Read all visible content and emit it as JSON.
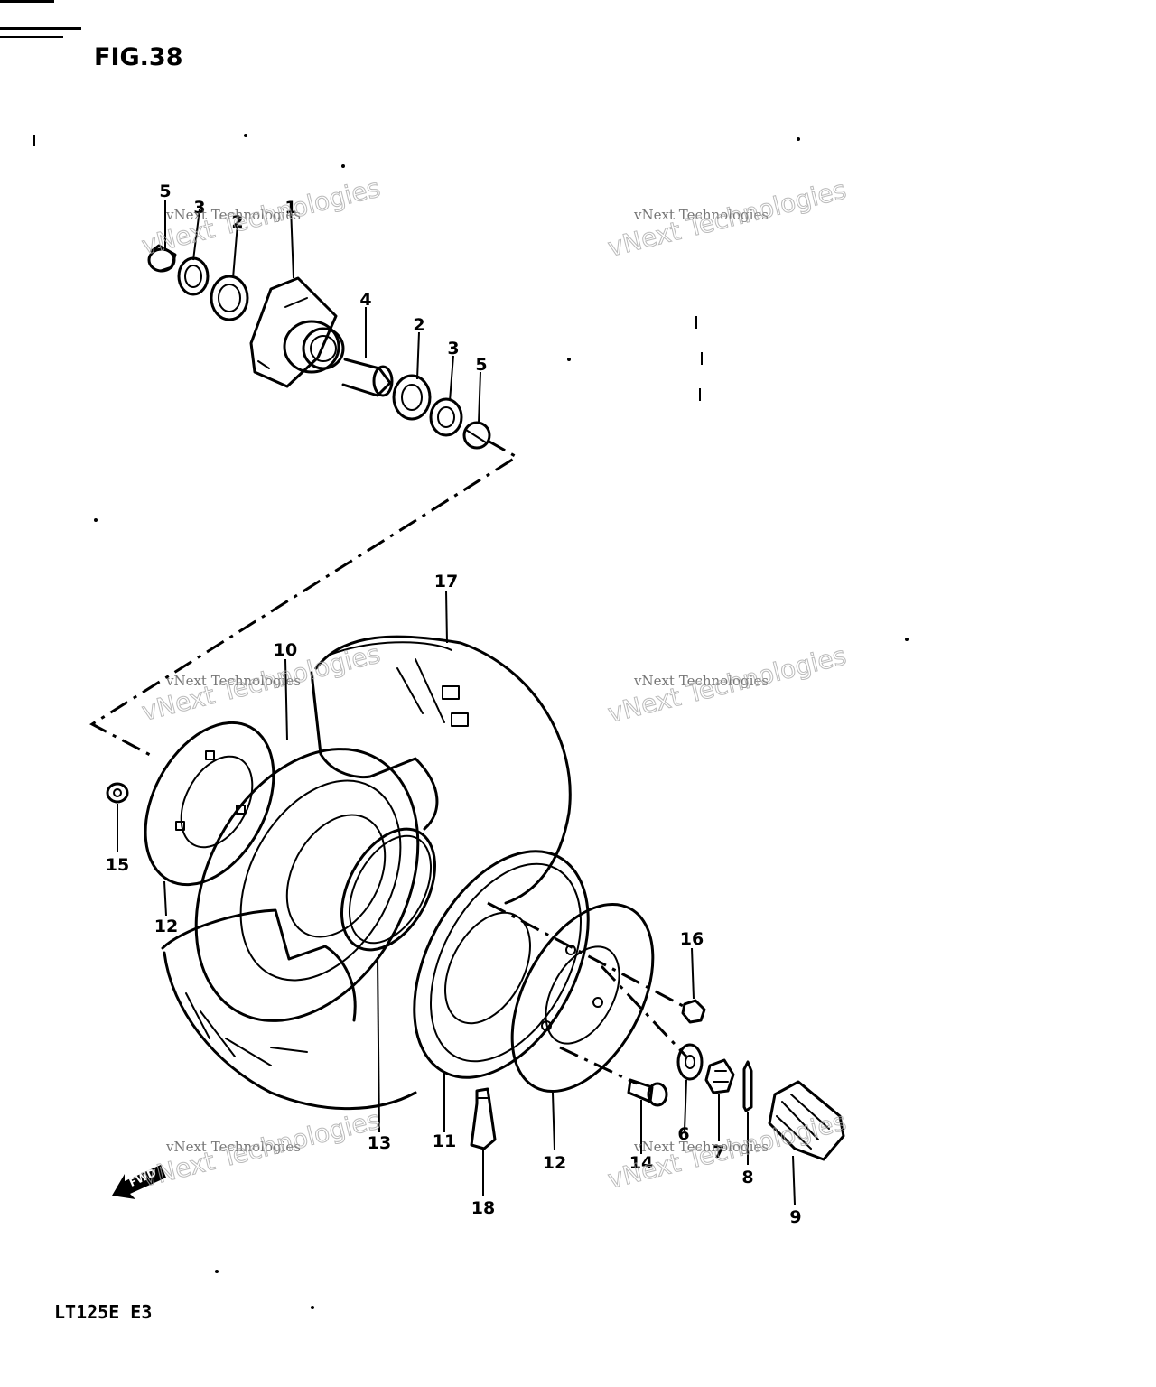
{
  "figure": {
    "title": "FIG.38",
    "model": "LT125E  E3",
    "direction_marker": "FWD"
  },
  "watermark": {
    "line1": "vNext Technologies",
    "line2": "vNext Technologies"
  },
  "part_labels": [
    "1",
    "2",
    "3",
    "4",
    "5",
    "2",
    "3",
    "5",
    "6",
    "7",
    "8",
    "9",
    "10",
    "11",
    "12",
    "12",
    "13",
    "14",
    "15",
    "16",
    "17",
    "18"
  ]
}
